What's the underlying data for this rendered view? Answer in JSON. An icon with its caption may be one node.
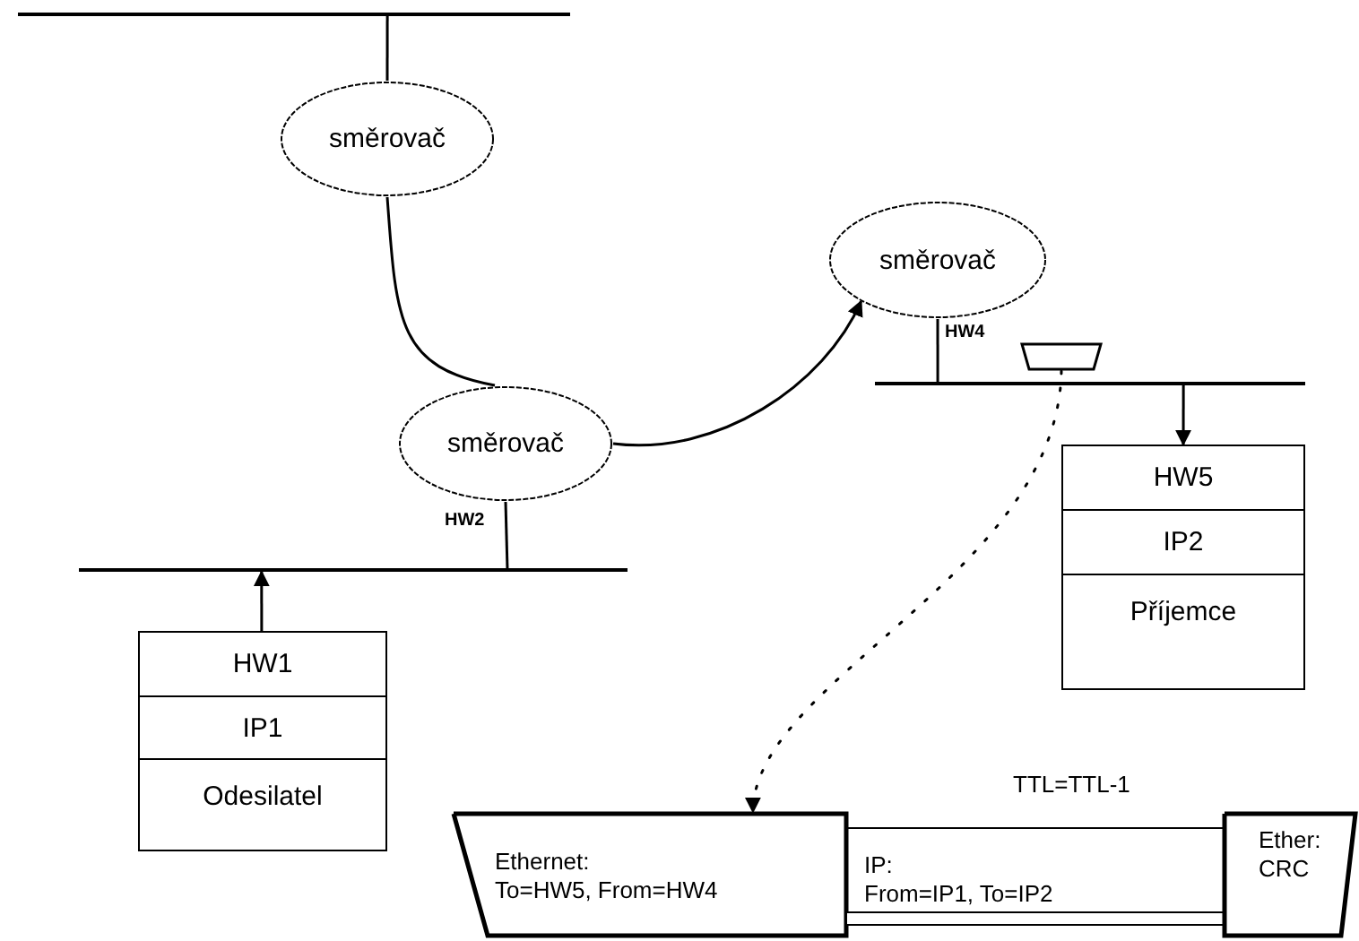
{
  "diagram": {
    "nodes": [
      {
        "text": [],
        "shape": "bar"
      },
      {
        "text": [
          "směrovač"
        ]
      },
      {
        "text": [
          "směrovač"
        ]
      },
      {
        "text": [
          "směrovač"
        ]
      },
      {
        "text": [],
        "shape": "bar"
      },
      {
        "text": [],
        "shape": "bar"
      },
      {
        "text": [
          "HW1",
          "IP1",
          "Odesilatel"
        ]
      },
      {
        "text": [
          "HW5",
          "IP2",
          "Příjemce"
        ]
      },
      {
        "text": [],
        "shape": "trapezoid"
      },
      {
        "text": [
          "Ethernet:",
          "To=HW5, From=HW4"
        ]
      },
      {
        "text": [
          "IP:",
          "From=IP1, To=IP2"
        ]
      },
      {
        "text": [
          "Ether:",
          "CRC"
        ]
      }
    ],
    "edges": [
      {
        "from": 0,
        "to": 1,
        "arrow": "none"
      },
      {
        "from": 1,
        "to": 2,
        "arrow": "none"
      },
      {
        "from": 2,
        "to": 3,
        "arrow": "to"
      },
      {
        "from": 2,
        "to": 4,
        "arrow": "none"
      },
      {
        "from": 3,
        "to": 5,
        "arrow": "none"
      },
      {
        "from": 6,
        "to": 4,
        "arrow": "to"
      },
      {
        "from": 5,
        "to": 7,
        "arrow": "to"
      },
      {
        "from": 8,
        "to": 9,
        "arrow": "to",
        "style": "dashed"
      }
    ],
    "labels": [
      "HW2",
      "HW4",
      "TTL=TTL-1"
    ]
  }
}
